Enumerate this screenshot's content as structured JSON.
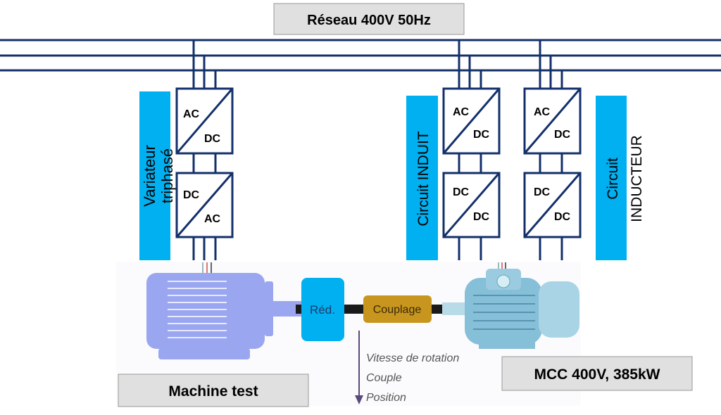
{
  "title": "Réseau 400V 50Hz",
  "converters": {
    "left_top": {
      "in": "AC",
      "out": "DC"
    },
    "left_bottom": {
      "in": "DC",
      "out": "AC"
    },
    "mid_top": {
      "in": "AC",
      "out": "DC"
    },
    "mid_bottom": {
      "in": "DC",
      "out": "DC"
    },
    "right_top": {
      "in": "AC",
      "out": "DC"
    },
    "right_bottom": {
      "in": "DC",
      "out": "DC"
    }
  },
  "bars": {
    "variateur_1": "Variateur",
    "variateur_2": "triphasé",
    "induit": "Circuit INDUIT",
    "inducteur_1": "Circuit",
    "inducteur_2": "INDUCTEUR"
  },
  "mechanical": {
    "reducer": "Réd.",
    "coupling": "Couplage",
    "measures": [
      "Vitesse de rotation",
      "Couple",
      "Position"
    ]
  },
  "labels": {
    "machine_test": "Machine test",
    "mcc": "MCC 400V, 385kW"
  },
  "colors": {
    "wire": "#13306b",
    "bar": "#00b0f0",
    "box": "#e0e0e0",
    "coupling": "#c8961e"
  }
}
